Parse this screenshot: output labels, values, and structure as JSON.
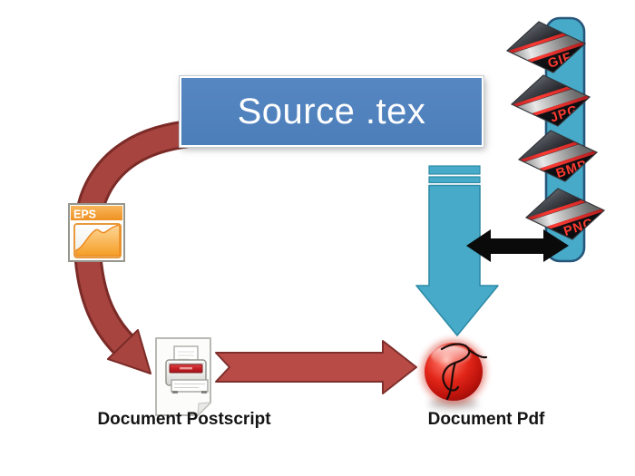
{
  "diagram": {
    "title_hint": "LaTeX source to PDF workflow",
    "nodes": {
      "source": {
        "label": "Source .tex"
      },
      "eps": {
        "label": "EPS"
      },
      "postscript": {
        "label": "Document Postscript"
      },
      "pdf": {
        "label": "Document Pdf"
      },
      "formats": {
        "items": [
          {
            "label": "GIF"
          },
          {
            "label": "JPG"
          },
          {
            "label": "BMP"
          },
          {
            "label": "PNG"
          }
        ]
      }
    },
    "flows": [
      {
        "from": "Source .tex",
        "to": "EPS / Document Postscript",
        "style": "curved-red-arrow"
      },
      {
        "from": "Document Postscript",
        "to": "Document Pdf",
        "style": "straight-red-arrow"
      },
      {
        "from": "Source .tex",
        "to": "Document Pdf",
        "style": "teal-striped-down-arrow"
      },
      {
        "from": "image-formats",
        "to": "pdf-pipeline",
        "style": "black-double-arrow"
      }
    ],
    "icons": {
      "eps": "eps-image-file-icon",
      "postscript": "printer-document-icon",
      "pdf": "acrobat-red-sphere-icon",
      "formats": "image-format-card-icon"
    },
    "colors": {
      "source_fill": "#4F81BD",
      "teal_fill": "#46AAC8",
      "teal_edge": "#2E8BA7",
      "tube_edge": "#27567B",
      "red_arrow_fill": "#B94B47",
      "red_arrow_edge": "#7E2F2C",
      "curved_arrow_fill": "#A8443F",
      "curved_arrow_edge": "#7B2B27",
      "black_arrow": "#0A0A0A",
      "format_text": "#FF3A30",
      "eps_orange": "#F1951F",
      "label_text": "#141414",
      "background": "#FFFFFF"
    }
  }
}
